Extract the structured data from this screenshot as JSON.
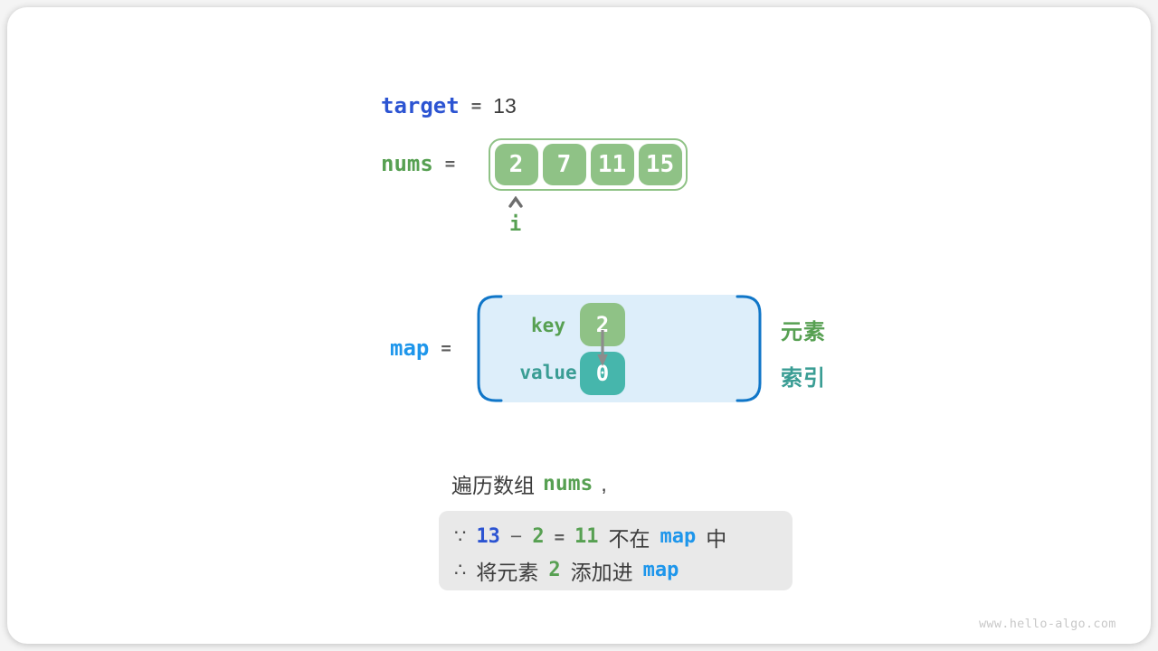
{
  "colors": {
    "royal_blue": "#2c54d2",
    "bright_blue": "#1e96eb",
    "bracket_blue": "#1076c8",
    "green_text": "#57a052",
    "green_fill": "#8fc286",
    "teal_text": "#3a9d94",
    "teal_fill": "#46b6ac",
    "map_bg": "#ddeefa",
    "note_bg": "#e9e9e9",
    "dark_text": "#3c3c3c"
  },
  "target_row": {
    "label": "target",
    "equals": "=",
    "value": "13"
  },
  "nums_row": {
    "label": "nums",
    "equals": "=",
    "cells": [
      "2",
      "7",
      "11",
      "15"
    ],
    "pointer_label": "i"
  },
  "map_row": {
    "label": "map",
    "equals": "=",
    "key_label": "key",
    "key_value": "2",
    "value_label": "value",
    "value_value": "0",
    "element_label": "元素",
    "index_label": "索引"
  },
  "caption": {
    "prefix": "遍历数组",
    "code": "nums",
    "suffix": ","
  },
  "note": {
    "because_symbol": "∵",
    "therefore_symbol": "∴",
    "line1": {
      "minuend": "13",
      "minus": "−",
      "subtrahend": "2",
      "equals": "=",
      "difference": "11",
      "not_in": "不在",
      "map_ref": "map",
      "suffix": "中"
    },
    "line2": {
      "prefix": "将元素",
      "element": "2",
      "middle": "添加进",
      "map_ref": "map"
    }
  },
  "watermark": "www.hello-algo.com"
}
